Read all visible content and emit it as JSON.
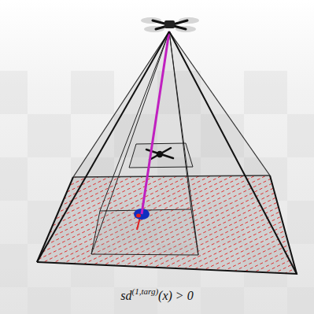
{
  "diagram": {
    "labels": [
      "sd",
      "(1,targ)",
      "(x) > 0"
    ]
  }
}
